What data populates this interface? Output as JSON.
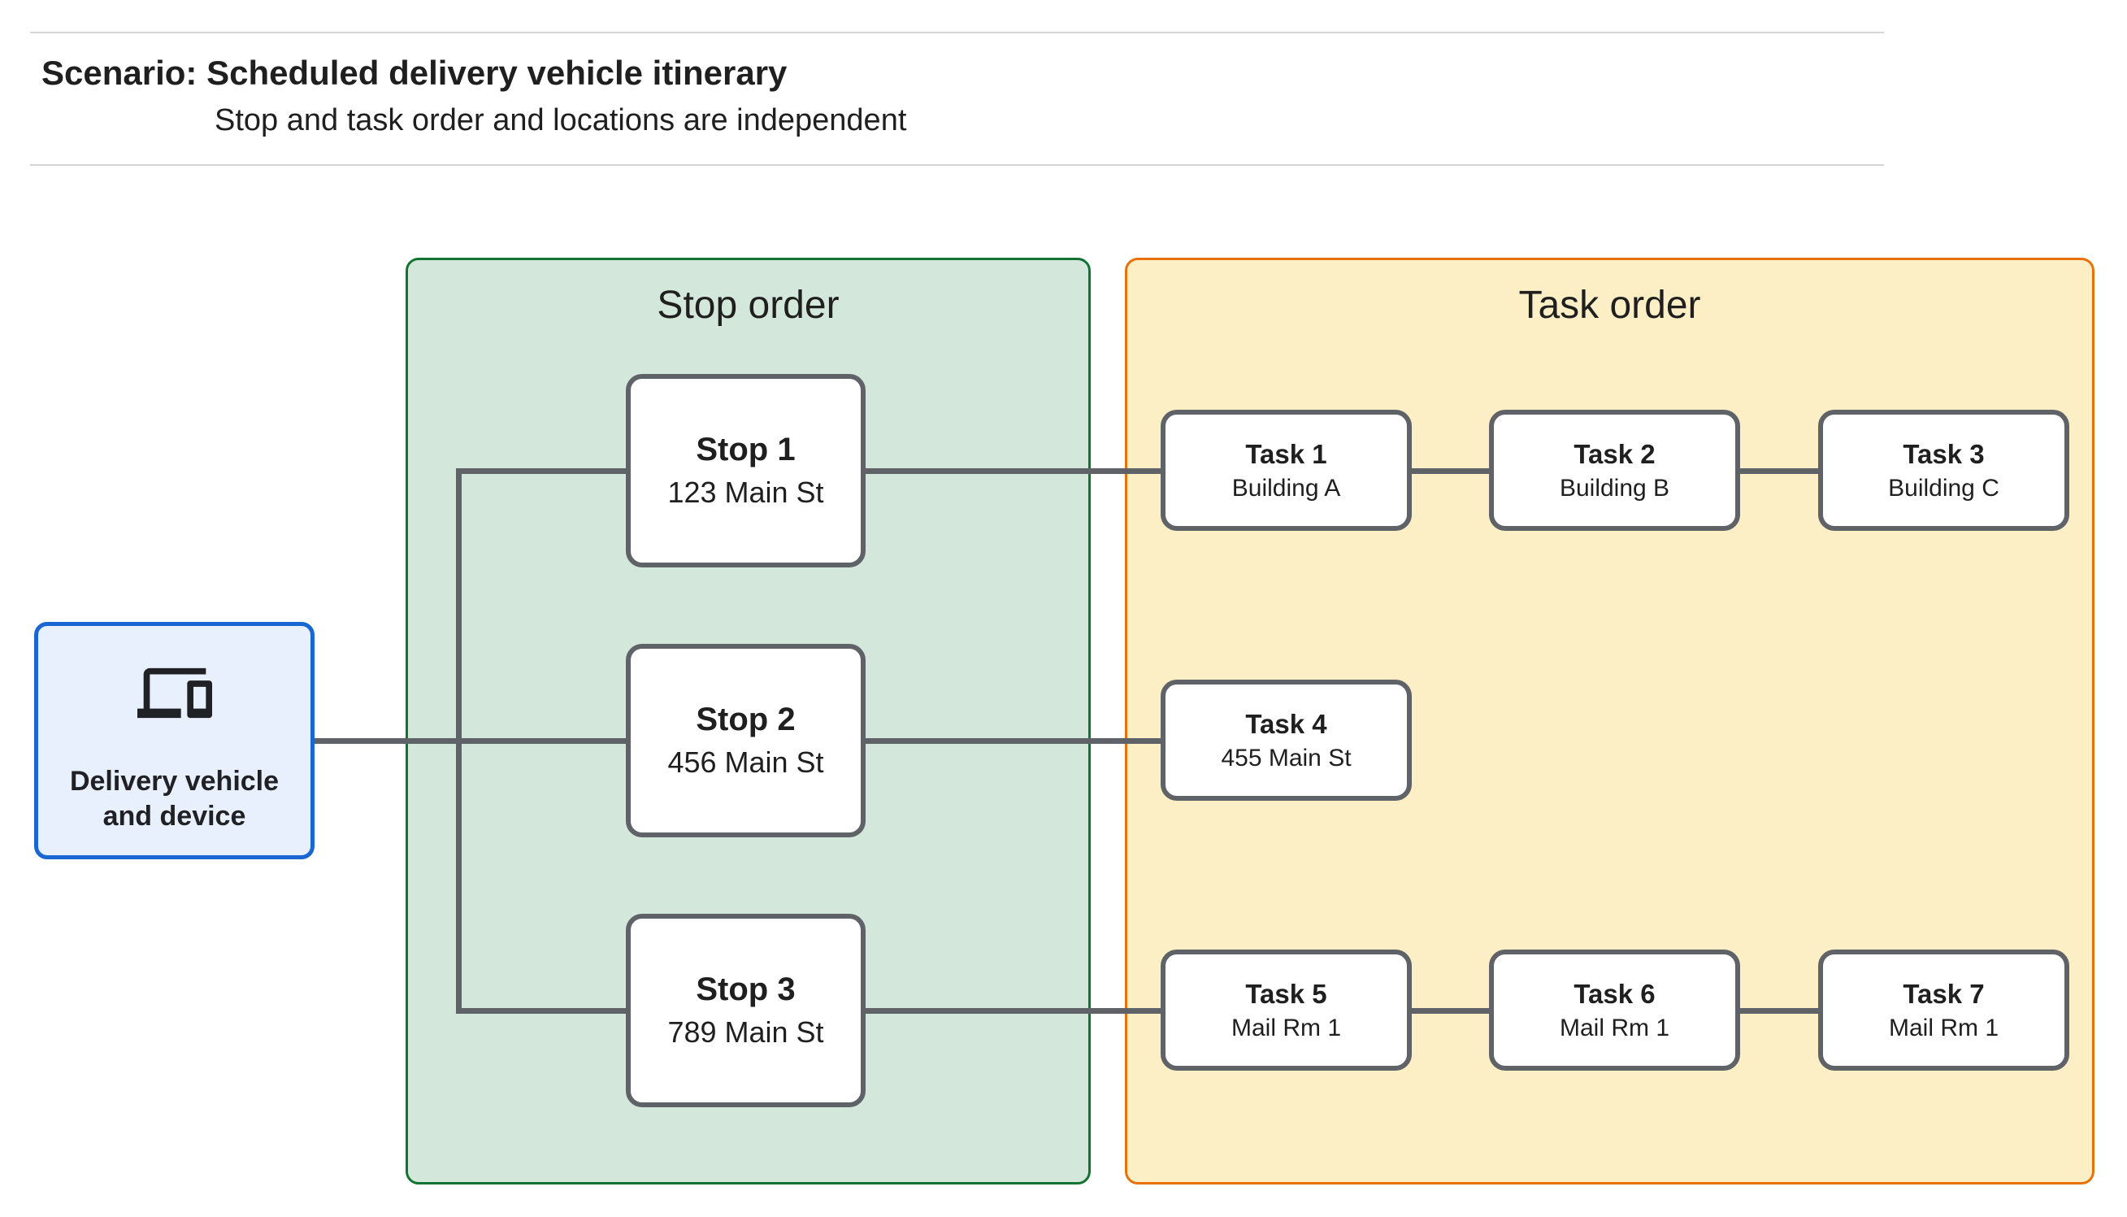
{
  "header": {
    "title": "Scenario: Scheduled delivery vehicle itinerary",
    "subtitle": "Stop and task order and locations are independent"
  },
  "vehicle": {
    "label": "Delivery vehicle and device",
    "icon": "devices-icon"
  },
  "panels": {
    "stop_order": {
      "title": "Stop order"
    },
    "task_order": {
      "title": "Task order"
    }
  },
  "stops": [
    {
      "title": "Stop 1",
      "location": "123 Main St"
    },
    {
      "title": "Stop 2",
      "location": "456 Main St"
    },
    {
      "title": "Stop 3",
      "location": "789 Main St"
    }
  ],
  "tasks": [
    {
      "title": "Task 1",
      "location": "Building A"
    },
    {
      "title": "Task 2",
      "location": "Building B"
    },
    {
      "title": "Task 3",
      "location": "Building C"
    },
    {
      "title": "Task 4",
      "location": "455 Main St"
    },
    {
      "title": "Task 5",
      "location": "Mail Rm 1"
    },
    {
      "title": "Task 6",
      "location": "Mail Rm 1"
    },
    {
      "title": "Task 7",
      "location": "Mail Rm 1"
    }
  ],
  "colors": {
    "stop_panel_fill": "#d3e7da",
    "stop_panel_border": "#137333",
    "task_panel_fill": "#fcefc6",
    "task_panel_border": "#e8710a",
    "vehicle_fill": "#e8f0fe",
    "vehicle_border": "#1967d2",
    "node_border": "#5f6368",
    "connector": "#5f6368",
    "divider": "#d5d5d5",
    "text": "#1f1f1f",
    "icon": "#202124"
  }
}
